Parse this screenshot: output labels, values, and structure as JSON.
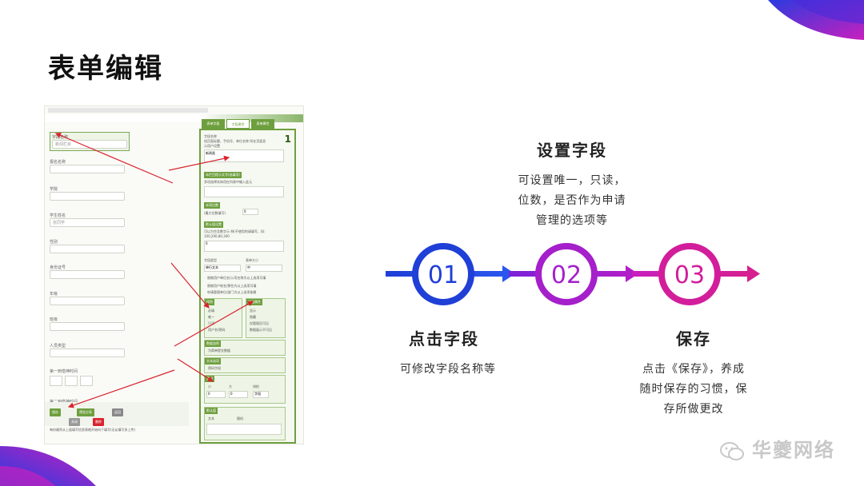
{
  "slide": {
    "title": "表单编辑",
    "watermark": "华夔网络"
  },
  "screenshot": {
    "left_fields": [
      {
        "label": "字段名称",
        "value": "新闻栏目"
      },
      {
        "label": "报名名称",
        "value": ""
      },
      {
        "label": "学院",
        "value": ""
      },
      {
        "label": "学生姓名",
        "value": "张同学"
      },
      {
        "label": "性别",
        "value": ""
      },
      {
        "label": "身份证号",
        "value": ""
      },
      {
        "label": "年级",
        "value": ""
      },
      {
        "label": "班级",
        "value": ""
      },
      {
        "label": "人员类型",
        "value": ""
      },
      {
        "label": "第一到借神时间",
        "value": ""
      },
      {
        "label": "第二到借神时间",
        "value": ""
      }
    ],
    "tabs": [
      "表单字段",
      "字段属性",
      "表单属性"
    ],
    "panel_number": "1",
    "panel": {
      "field_name_label": "字段名称",
      "field_name_hint": "如页面标题、手机号、单位名称 所在页面显示用户设置",
      "field_name_value": "新闻类",
      "section_desc": "本栏目提示文字(选填项)",
      "section_desc_hint": "多项选择实体用在列表中输入此元",
      "section_digits": "本项位数",
      "section_digits_hint": "(最大位数填写)",
      "section_digits_value": "0",
      "section_default": "默认值设置",
      "section_default_hint": "可以为空及数字示 例(不使用的请填写，如：100,200,80,300",
      "section_default_value": "0",
      "type_label": "字段类型",
      "type_value": "单行文本",
      "size_label": "表单大小",
      "size_value": "中",
      "opt1": "限制用户单位名/公司名称为以上选项可填",
      "opt2": "限制用户地名/那些为以上选项可填",
      "opt3": "申请管理单位/部门为以上选项依赖",
      "group_validation": "规则",
      "val_options": [
        "必填",
        "唯一",
        "只读",
        "用户名/密码"
      ],
      "group_attr": "字段属性",
      "attr_options": [
        "显示",
        "隐藏",
        "仅管理员可见",
        "数据展示不可见"
      ],
      "section_data": "数据加密",
      "data_opt": "为简单提交数据",
      "section_text": "文本选项",
      "text_opt": "密码字段",
      "section_range": "范围",
      "range_cols": [
        "小",
        "大",
        "排检"
      ],
      "range_vals": [
        "0",
        "0",
        "字段"
      ],
      "section_defaultval": "默认值",
      "dv_opts": [
        "文本",
        "随机"
      ]
    },
    "buttons": [
      "保存",
      "预览分享",
      "返回",
      "关闭",
      "删除"
    ],
    "footnote": "每份顺序从上面填写信息表格开始向下填写(无论填写多上传)"
  },
  "flow": {
    "steps": [
      {
        "number": "01",
        "title": "点击字段",
        "desc": [
          "可修改字段名称等"
        ]
      },
      {
        "number": "02",
        "title": "设置字段",
        "desc": [
          "可设置唯一，只读，",
          "位数，是否作为申请",
          "管理的选项等"
        ]
      },
      {
        "number": "03",
        "title": "保存",
        "desc": [
          "点击《保存》，养成",
          "随时保存的习惯，保",
          "存所做更改"
        ]
      }
    ],
    "colors": {
      "step1": "#1f3fd6",
      "step2": "#a51fcb",
      "step3": "#d21e9b",
      "accent_green": "#6e9f3e",
      "arrow_red": "#d9232e"
    }
  }
}
